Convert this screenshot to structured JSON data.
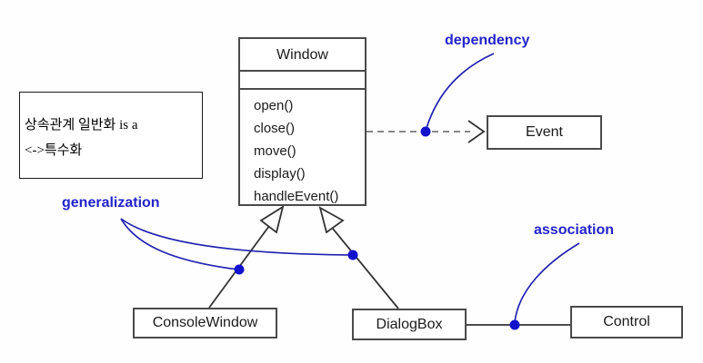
{
  "diagram": {
    "window_class": {
      "name": "Window",
      "methods": [
        "open()",
        "close()",
        "move()",
        "display()",
        "handleEvent()"
      ]
    },
    "event_class": {
      "name": "Event"
    },
    "console_window_class": {
      "name": "ConsoleWindow"
    },
    "dialog_box_class": {
      "name": "DialogBox"
    },
    "control_class": {
      "name": "Control"
    },
    "note": {
      "line1": "상속관계 일반화 is a",
      "line2": "<->특수화"
    },
    "labels": {
      "dependency": "dependency",
      "generalization": "generalization",
      "association": "association"
    },
    "colors": {
      "annotation_blue": "#2323cb",
      "curve_blue": "#2020b0",
      "dot_blue": "#1212cc",
      "connector_black": "#333333",
      "dashed_gray": "#777777",
      "border_gray": "#4a4a4a"
    }
  }
}
